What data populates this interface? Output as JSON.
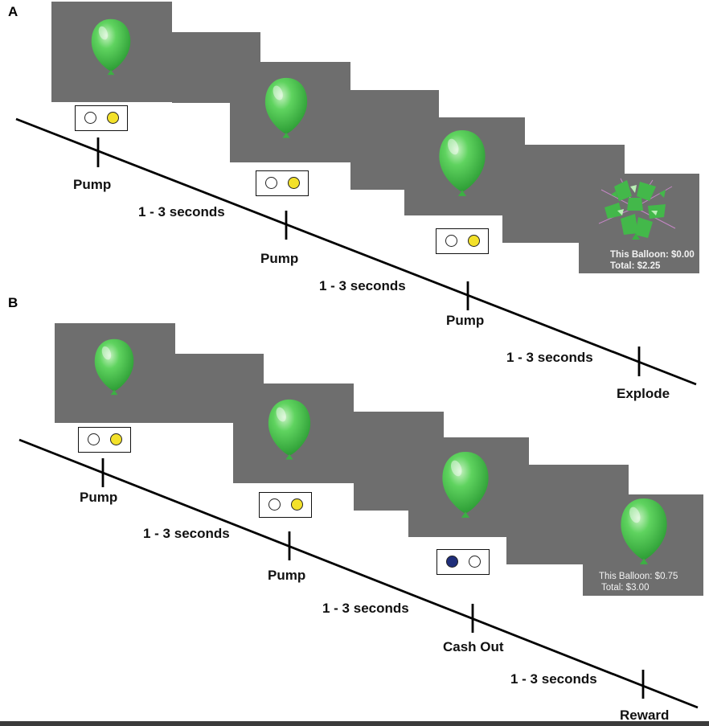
{
  "panels": {
    "a": {
      "letter": "A",
      "labels": {
        "pump_1": "Pump",
        "interval_1": "1 - 3 seconds",
        "pump_2": "Pump",
        "interval_2": "1 - 3 seconds",
        "pump_3": "Pump",
        "interval_3": "1 - 3 seconds",
        "outcome": "Explode"
      },
      "feedback": {
        "this_balloon": "This Balloon: $0.00",
        "total": "Total: $2.25"
      },
      "button_states": [
        "yellow-right",
        "yellow-right",
        "yellow-right"
      ]
    },
    "b": {
      "letter": "B",
      "labels": {
        "pump_1": "Pump",
        "interval_1": "1 - 3 seconds",
        "pump_2": "Pump",
        "interval_2": "1 - 3 seconds",
        "cashout": "Cash Out",
        "interval_3": "1 - 3 seconds",
        "outcome": "Reward"
      },
      "feedback": {
        "this_balloon": "This Balloon: $0.75",
        "total": "Total: $3.00"
      },
      "button_states": [
        "yellow-right",
        "yellow-right",
        "blue-left"
      ]
    }
  },
  "colors": {
    "screen_gray": "#6e6e6e",
    "balloon_green": "#3cb043",
    "balloon_highlight": "#c9f2c4",
    "pump_yellow": "#f3e12a",
    "cashout_blue": "#1f2e7a",
    "timeline": "#000000"
  },
  "icons": [
    "balloon-icon",
    "exploded-balloon-icon",
    "button-panel-icon"
  ]
}
